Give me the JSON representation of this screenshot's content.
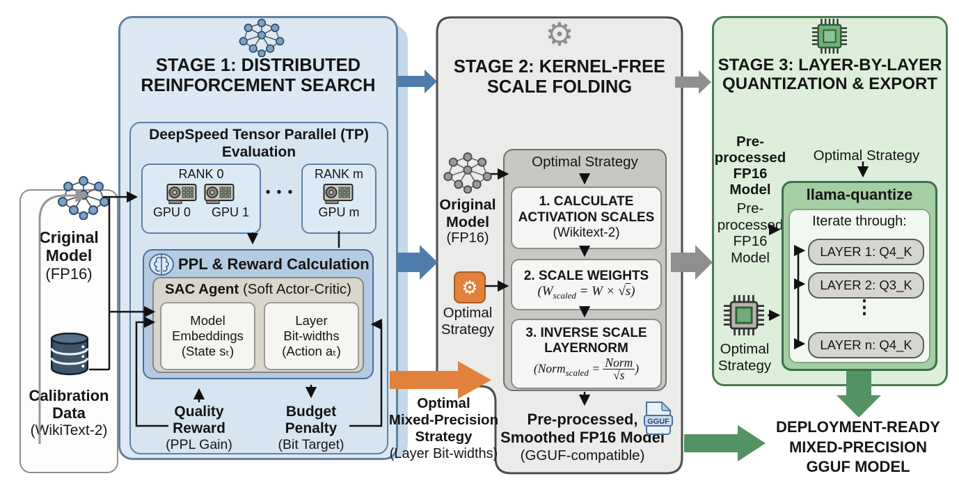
{
  "colors": {
    "stage1_fill": "#dce8f3",
    "stage1_border": "#64809c",
    "stage2_fill": "#ebebe9",
    "stage2_border": "#4c4c4c",
    "stage3_fill": "#ddefdb",
    "stage3_border": "#4a7b52",
    "arrow_blue": "#4e7dab",
    "arrow_gray": "#8f8f8f",
    "arrow_orange": "#e2813b",
    "arrow_green": "#539263"
  },
  "glyphs": {
    "gear": "⚙",
    "hdots": "•  •  •",
    "vdots": "⋮"
  },
  "inputs": {
    "original_model": {
      "line1": "Criginal",
      "line2": "Model",
      "sub": "(FP16)"
    },
    "calibration_data": {
      "line1": "Calibration",
      "line2": "Data",
      "sub": "(WikiText-2)"
    }
  },
  "stage1": {
    "title1": "STAGE 1: DISTRIBUTED",
    "title2": "REINFORCEMENT SEARCH",
    "deepspeed": {
      "title1": "DeepSpeed Tensor Parallel (TP)",
      "title2": "Evaluation",
      "rank0_label": "RANK 0",
      "gpu0": "GPU 0",
      "gpu1": "GPU 1",
      "rankm_label": "RANK m",
      "gpum": "GPU m"
    },
    "ppl_title": "PPL & Reward Calculation",
    "sac_title_bold": "SAC Agent",
    "sac_title_rest": " (Soft Actor-Critic)",
    "state_box": {
      "line1": "Model",
      "line2": "Embeddings",
      "line3": "(State sₜ)"
    },
    "action_box": {
      "line1": "Layer",
      "line2": "Bit-widths",
      "line3": "(Action aₜ)"
    },
    "quality": {
      "line1": "Quality",
      "line2": "Reward",
      "sub": "(PPL Gain)"
    },
    "budget": {
      "line1": "Budget",
      "line2": "Penalty",
      "sub": "(Bit Target)"
    }
  },
  "stage2": {
    "title1": "STAGE 2: KERNEL-FREE",
    "title2": "SCALE FOLDING",
    "original_model": {
      "line1": "Original",
      "line2": "Model",
      "sub": "(FP16)"
    },
    "strategy_label": {
      "line1": "Optimal",
      "line2": "Strategy"
    },
    "panel_header": "Optimal Strategy",
    "step1": {
      "line1": "1. CALCULATE",
      "line2": "ACTIVATION SCALES",
      "sub": "(Wikitext-2)"
    },
    "step2": {
      "title": "2. SCALE WEIGHTS",
      "f_open": "(W",
      "f_sub": "scaled",
      "f_mid": " = W × √",
      "f_rad": "s",
      "f_close": ")"
    },
    "step3": {
      "line1": "3. INVERSE SCALE",
      "line2": "LAYERNORM",
      "f_open": "(Norm",
      "f_sub": "scaled",
      "f_eq": " = ",
      "f_num": "Norm",
      "f_den": "√s",
      "f_close": ")"
    },
    "output": {
      "line1": "Pre-processed,",
      "line2": "Smoothed FP16 Model",
      "sub": "(GGUF-compatible)",
      "gguf_label": "GGUF"
    }
  },
  "between": {
    "strategy": {
      "line1": "Optimal",
      "line2": "Mixed-Precision",
      "line3": "Strategy",
      "sub": "(Layer Bit-widths)"
    }
  },
  "stage3": {
    "title1": "STAGE 3: LAYER-BY-LAYER",
    "title2": "QUANTIZATION & EXPORT",
    "pre_bold": {
      "line1": "Pre-",
      "line2": "processed",
      "line3": "FP16",
      "line4": "Model"
    },
    "pre_reg": {
      "line1": "Pre-",
      "line2": "processed",
      "line3": "FP16",
      "line4": "Model"
    },
    "strategy_label": {
      "line1": "Optimal",
      "line2": "Strategy"
    },
    "panel_header": "Optimal Strategy",
    "llama_title": "llama-quantize",
    "iterate_label": "Iterate through:",
    "layer1": "LAYER 1: Q4_K",
    "layer2": "LAYER 2: Q3_K",
    "layern": "LAYER n: Q4_K",
    "output": {
      "line1": "DEPLOYMENT-READY",
      "line2": "MIXED-PRECISION",
      "line3": "GGUF MODEL"
    }
  }
}
